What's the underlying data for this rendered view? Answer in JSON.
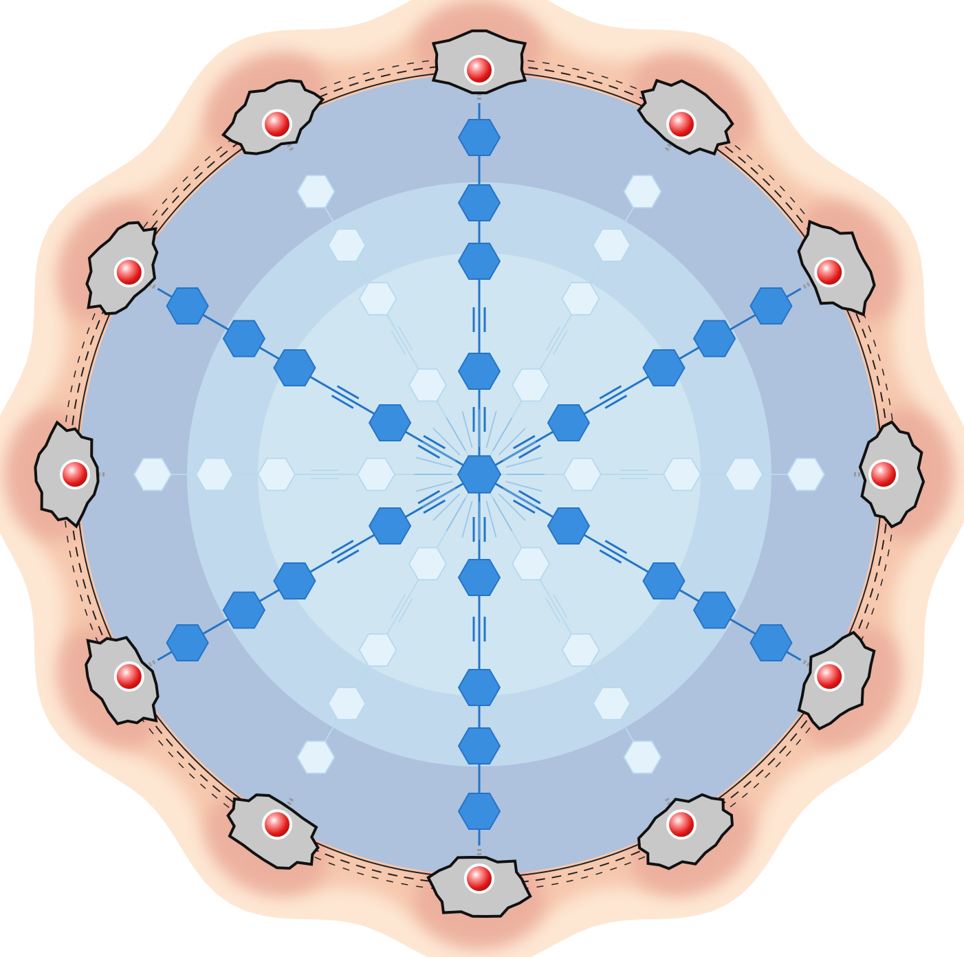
{
  "diagram": {
    "kind": "dendrimer-nanoparticle-schematic",
    "text_labels": [],
    "components": [
      {
        "name": "core-hexagon",
        "count": 1
      },
      {
        "name": "primary-arm",
        "count": 6,
        "hexagons_per_arm": 4
      },
      {
        "name": "background-arm",
        "count": 6,
        "hexagons_per_arm": 4
      },
      {
        "name": "surface-ligand",
        "count": 12,
        "marker": "red-sphere"
      },
      {
        "name": "shell-ring",
        "count": 3
      }
    ]
  },
  "colors": {
    "outer_halo": "#fde7d3",
    "halo_mid": "#f6c8ad",
    "halo_dark": "#e9a99a",
    "ring_outer": "#aec1dd",
    "ring_mid": "#c0d9ec",
    "ring_inner": "#cfe6f2",
    "hexagon_primary": "#3a8ee0",
    "hexagon_primary_stroke": "#2574c6",
    "hexagon_faded": "#e4f3fb",
    "hexagon_faded_stroke": "#b9d9ee",
    "ligand_body": "#c8c8c8",
    "ligand_outline": "#111111",
    "ligand_sphere": "#e01818",
    "boundary_line": "#222222"
  }
}
